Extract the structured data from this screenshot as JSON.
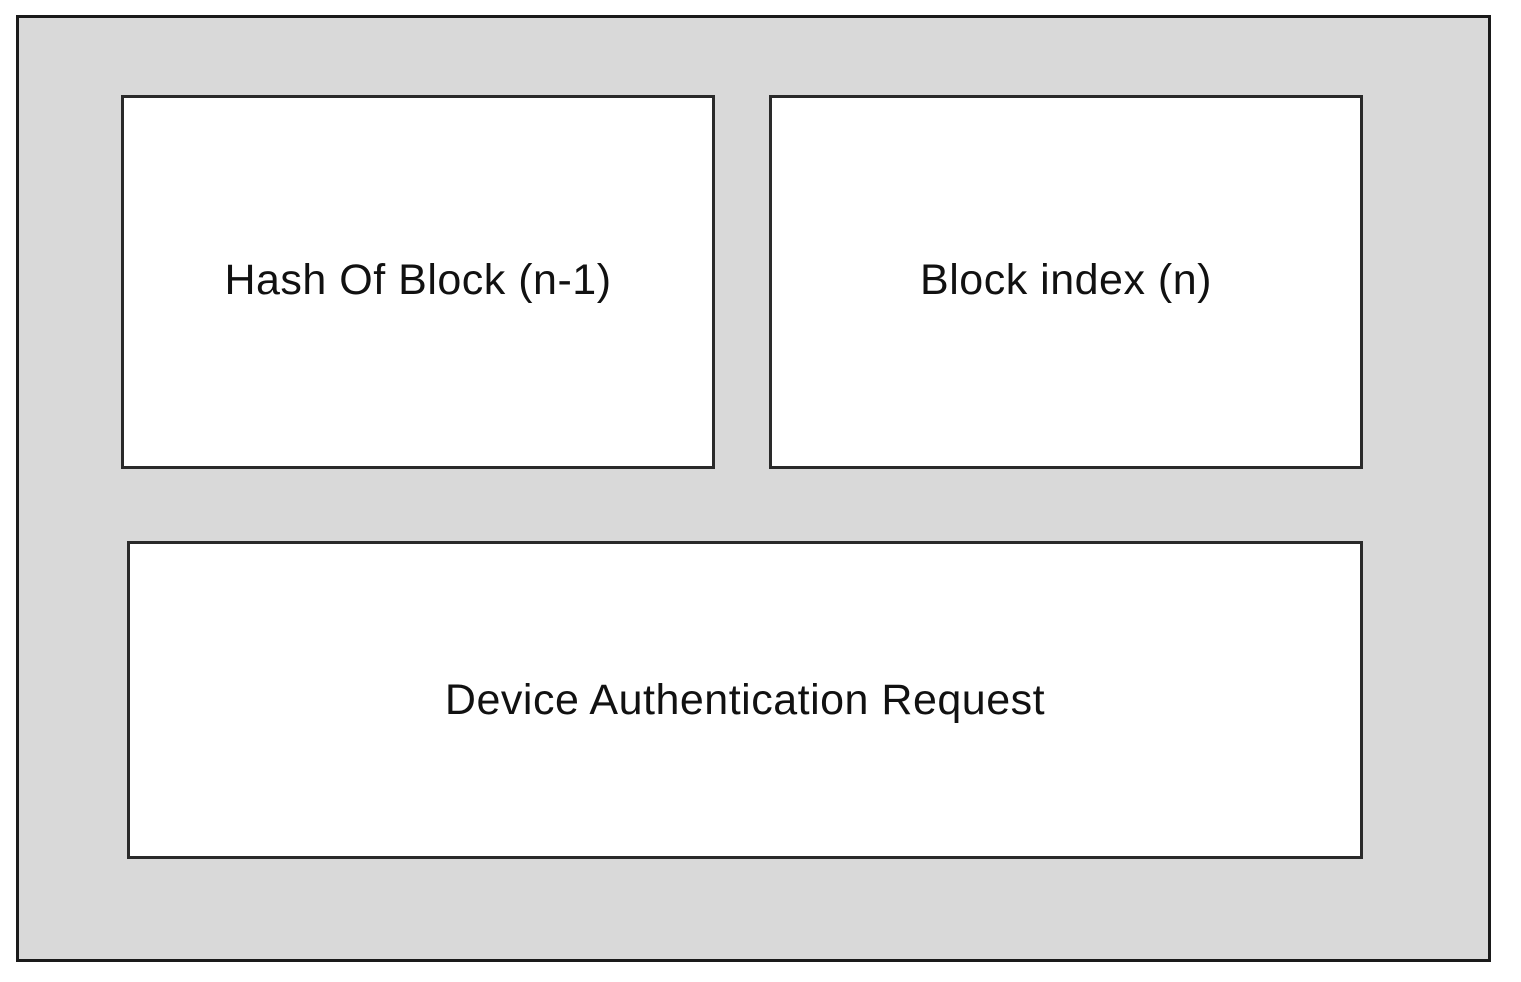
{
  "diagram": {
    "boxes": {
      "hash_of_previous_block": "Hash Of Block (n-1)",
      "block_index": "Block index (n)",
      "device_authentication_request": "Device Authentication Request"
    }
  }
}
